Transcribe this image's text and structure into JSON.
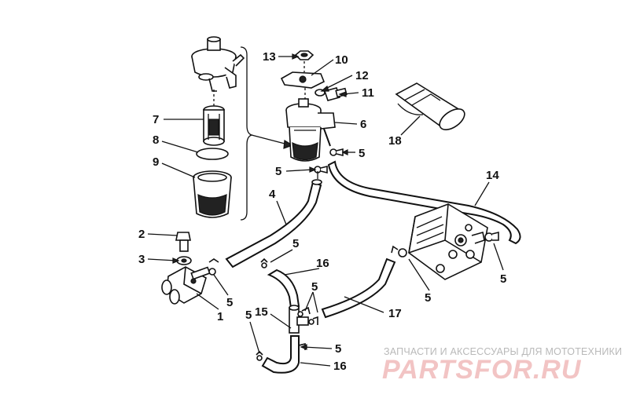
{
  "labels": {
    "l1": "1",
    "l2": "2",
    "l3": "3",
    "l4": "4",
    "l5a": "5",
    "l5b": "5",
    "l5c": "5",
    "l5d": "5",
    "l5e": "5",
    "l5f": "5",
    "l5g": "5",
    "l5h": "5",
    "l5i": "5",
    "l6": "6",
    "l7": "7",
    "l8": "8",
    "l9": "9",
    "l10": "10",
    "l11": "11",
    "l12": "12",
    "l13": "13",
    "l14": "14",
    "l15": "15",
    "l16a": "16",
    "l16b": "16",
    "l17": "17",
    "l18": "18"
  },
  "watermark": {
    "caption": "ЗАПЧАСТИ И АКСЕССУАРЫ ДЛЯ МОТОТЕХНИКИ",
    "logo": "PARTSFOR.RU"
  }
}
